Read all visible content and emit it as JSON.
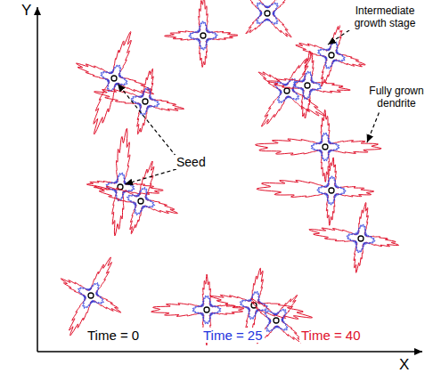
{
  "diagram": {
    "labels": [
      "Y",
      "X",
      "Intermediate growth stage",
      "Fully grown dendrite",
      "Seed",
      "Time = 0",
      "Time = 25",
      "Time = 40"
    ]
  }
}
